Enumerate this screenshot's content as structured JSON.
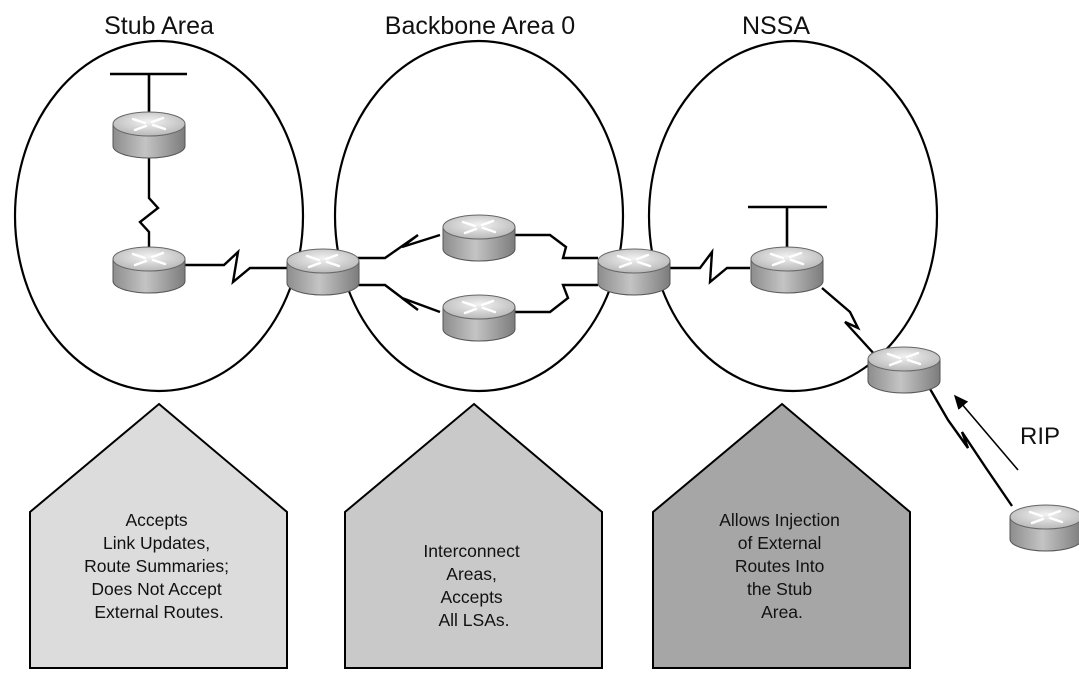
{
  "colors": {
    "stub_box": "#dcdcdc",
    "backbone_box": "#c9c9c9",
    "nssa_box": "#a6a6a6",
    "router_body": "#a9a9a9",
    "router_top": "#d6d6d6"
  },
  "areas": {
    "stub": {
      "title": "Stub Area"
    },
    "backbone": {
      "title": "Backbone Area 0"
    },
    "nssa": {
      "title": "NSSA"
    }
  },
  "external_protocol": "RIP",
  "descriptions": {
    "stub": [
      "Accepts",
      "Link Updates,",
      "Route Summaries;",
      "Does Not Accept",
      "External Routes."
    ],
    "backbone": [
      "Interconnect",
      "Areas,",
      "Accepts",
      "All LSAs."
    ],
    "nssa": [
      "Allows Injection",
      "of External",
      "Routes Into",
      "the Stub",
      "Area."
    ]
  },
  "icons": {
    "router": "router-icon",
    "lan_segment": "lan-segment-icon",
    "serial_link": "serial-link-icon",
    "arrow": "arrow-icon"
  }
}
